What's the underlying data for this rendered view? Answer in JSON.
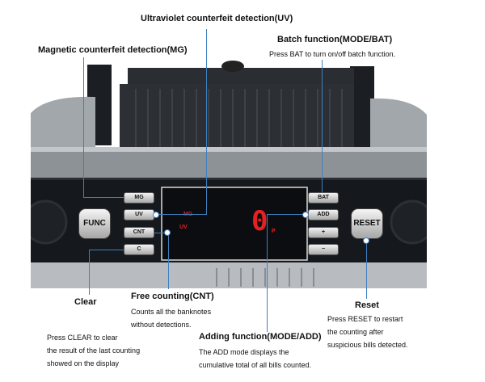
{
  "labels": {
    "uv": {
      "title": "Ultraviolet counterfeit detection(UV)"
    },
    "mg": {
      "title": "Magnetic counterfeit detection(MG)"
    },
    "batch": {
      "title": "Batch function(MODE/BAT)",
      "desc": "Press BAT to turn on/off batch function."
    },
    "free": {
      "title": "Free counting(CNT)",
      "desc1": "Counts all the banknotes",
      "desc2": "without detections."
    },
    "clear": {
      "title": "Clear",
      "desc1": "Press CLEAR to clear",
      "desc2": "the result of the last counting",
      "desc3": "showed on the display"
    },
    "adding": {
      "title": "Adding function(MODE/ADD)",
      "desc1": "The ADD mode displays the",
      "desc2": "cumulative total of all bills counted."
    },
    "reset": {
      "title": "Reset",
      "desc1": "Press RESET to restart",
      "desc2": "the counting after",
      "desc3": "suspicious bills detected."
    }
  },
  "panel": {
    "buttons": {
      "mg": "MG",
      "uv": "UV",
      "cnt": "CNT",
      "c": "C",
      "bat": "BAT",
      "add": "ADD",
      "plus": "+",
      "minus": "−",
      "func": "FUNC",
      "reset": "RESET"
    },
    "display": {
      "mg": "MG",
      "uv": "UV",
      "digit": "0",
      "p": "P"
    }
  },
  "colors": {
    "accent_line": "#3f7fc0",
    "led_red": "#e52020",
    "panel_dark": "#15181c",
    "body_silver": "#9ea3a8"
  }
}
